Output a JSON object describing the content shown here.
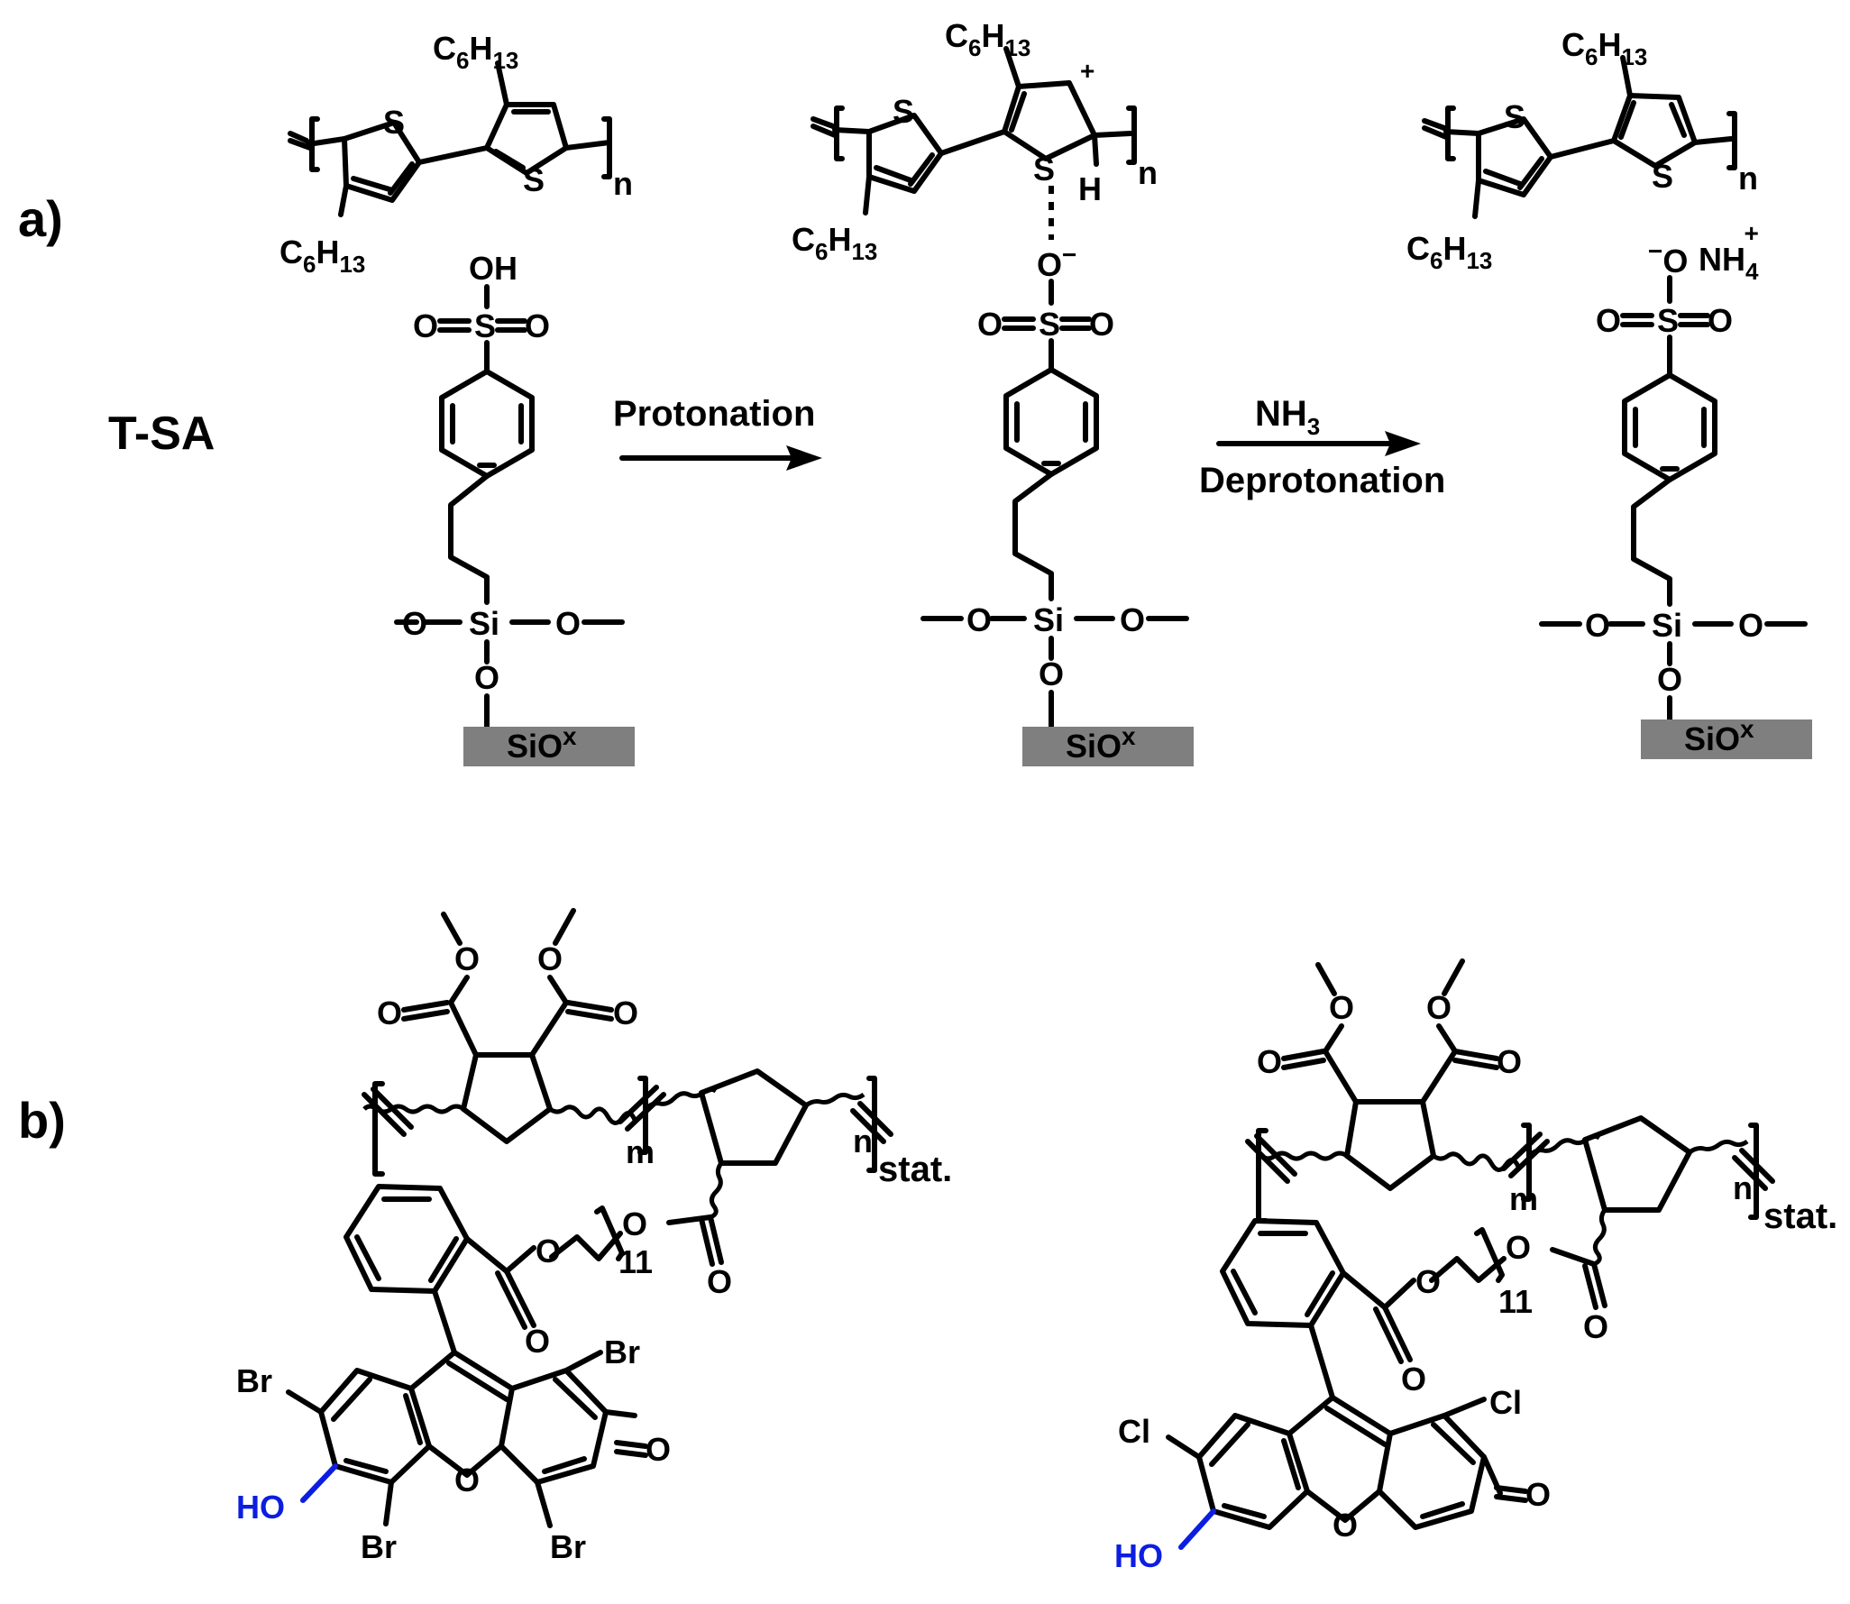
{
  "panels": {
    "a": "a)",
    "b": "b)"
  },
  "labels": {
    "tsa": "T-SA",
    "protonation": "Protonation",
    "nh3": "NH",
    "nh3_sub": "3",
    "deprotonation": "Deprotonation",
    "stat": "stat."
  },
  "atoms": {
    "sulfur": "S",
    "oxygen": "O",
    "hydrogen": "H",
    "hydroxyl": "OH",
    "silicon": "Si",
    "c": "C",
    "h": "H",
    "c_sub": "6",
    "h_sub": "13",
    "o_minus": "O",
    "minus": "−",
    "plus": "+",
    "nh4": "NH",
    "nh4_sub": "4",
    "n": "n",
    "m": "m",
    "eleven": "11",
    "br": "Br",
    "cl": "Cl",
    "ho": "HO",
    "surface": "SiO",
    "surface_x": "x"
  },
  "colors": {
    "hydroxyl_highlight": "#0b1ee0",
    "substrate": "#7f7f7f"
  }
}
